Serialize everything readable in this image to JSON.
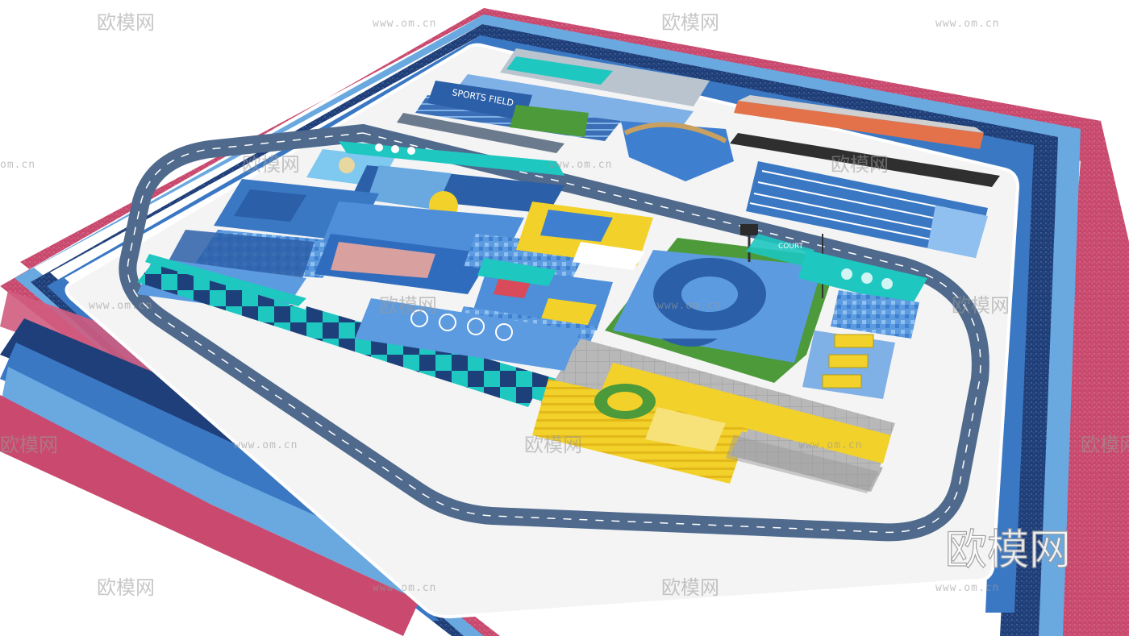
{
  "watermark": {
    "brand": "欧模网",
    "url_full": "www.om.cn",
    "url_short": "om.cn",
    "big": "欧模网"
  },
  "signage": {
    "stadium_banner": "SPORTS FIELD",
    "court_word": "COURT"
  },
  "colors": {
    "outer_pink": "#c94a6e",
    "track_blue": "#3b78c4",
    "track_navy": "#1f3f7a",
    "track_light": "#6aa8e0",
    "road_gray": "#4f6a8c",
    "field_blue": "#3f7fd0",
    "cyan": "#1ec7c0",
    "yellow": "#f2d12a",
    "green": "#4c9a3a",
    "gray_slab": "#a9a9a9"
  }
}
